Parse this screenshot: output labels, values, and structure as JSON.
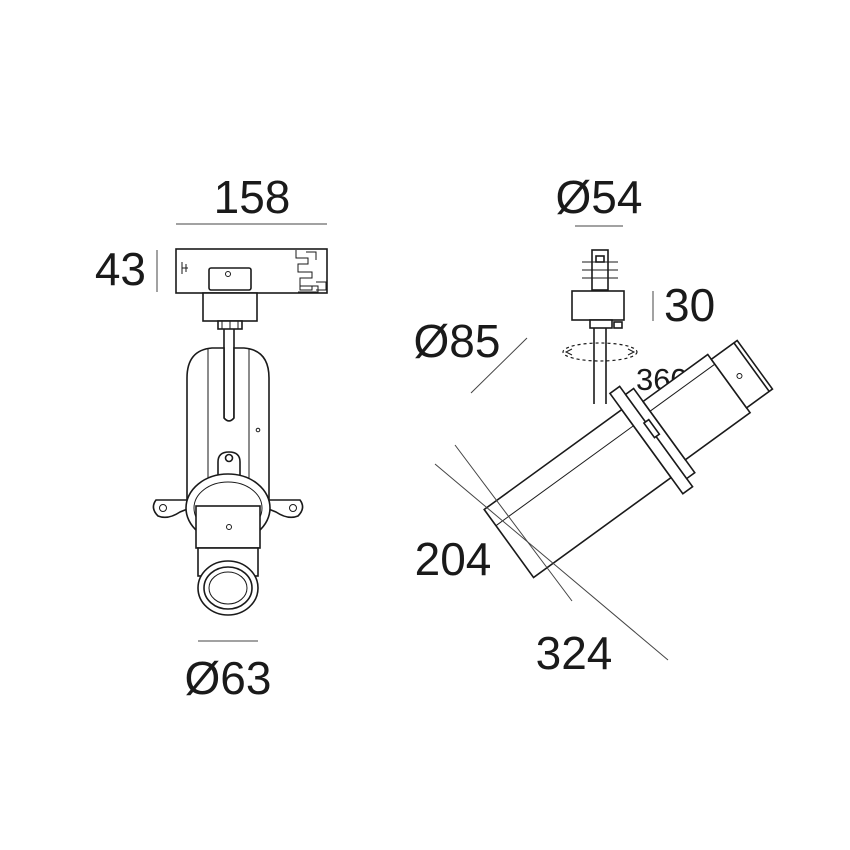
{
  "front_view": {
    "width_label": "158",
    "adapter_height_label": "43",
    "nozzle_diameter_label": "Ø63"
  },
  "side_view": {
    "stem_diameter_label": "Ø54",
    "collar_height_label": "30",
    "body_diameter_label": "Ø85",
    "rotation_label": "360°",
    "body_length_label": "204",
    "overall_length_label": "324"
  }
}
